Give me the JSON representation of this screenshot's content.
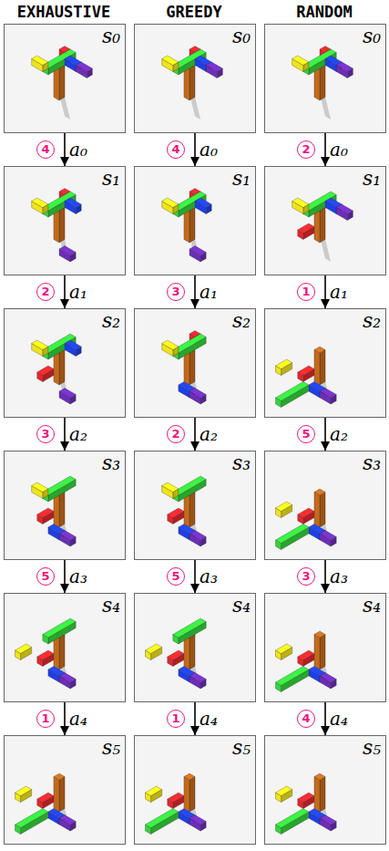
{
  "diagram": {
    "nodes": [
      {
        "text": [
          "s₀"
        ]
      },
      {
        "text": [
          "s₁"
        ]
      },
      {
        "text": [
          "s₂"
        ]
      },
      {
        "text": [
          "s₃"
        ]
      },
      {
        "text": [
          "s₄"
        ]
      },
      {
        "text": [
          "s₅"
        ]
      },
      {
        "text": [
          "s₀"
        ]
      },
      {
        "text": [
          "s₁"
        ]
      },
      {
        "text": [
          "s₂"
        ]
      },
      {
        "text": [
          "s₃"
        ]
      },
      {
        "text": [
          "s₄"
        ]
      },
      {
        "text": [
          "s₅"
        ]
      },
      {
        "text": [
          "s₀"
        ]
      },
      {
        "text": [
          "s₁"
        ]
      },
      {
        "text": [
          "s₂"
        ]
      },
      {
        "text": [
          "s₃"
        ]
      },
      {
        "text": [
          "s₄"
        ]
      },
      {
        "text": [
          "s₅"
        ]
      }
    ],
    "edges": [
      {
        "from": 0,
        "to": 1,
        "label": "a₀",
        "arrow": "to"
      },
      {
        "from": 1,
        "to": 2,
        "label": "a₁",
        "arrow": "to"
      },
      {
        "from": 2,
        "to": 3,
        "label": "a₂",
        "arrow": "to"
      },
      {
        "from": 3,
        "to": 4,
        "label": "a₃",
        "arrow": "to"
      },
      {
        "from": 4,
        "to": 5,
        "label": "a₄",
        "arrow": "to"
      },
      {
        "from": 6,
        "to": 7,
        "label": "a₀",
        "arrow": "to"
      },
      {
        "from": 7,
        "to": 8,
        "label": "a₁",
        "arrow": "to"
      },
      {
        "from": 8,
        "to": 9,
        "label": "a₂",
        "arrow": "to"
      },
      {
        "from": 9,
        "to": 10,
        "label": "a₃",
        "arrow": "to"
      },
      {
        "from": 10,
        "to": 11,
        "label": "a₄",
        "arrow": "to"
      },
      {
        "from": 12,
        "to": 13,
        "label": "a₀",
        "arrow": "to"
      },
      {
        "from": 13,
        "to": 14,
        "label": "a₁",
        "arrow": "to"
      },
      {
        "from": 14,
        "to": 15,
        "label": "a₂",
        "arrow": "to"
      },
      {
        "from": 15,
        "to": 16,
        "label": "a₃",
        "arrow": "to"
      },
      {
        "from": 16,
        "to": 17,
        "label": "a₄",
        "arrow": "to"
      }
    ],
    "labels": [
      "EXHAUSTIVE",
      "GREEDY",
      "RANDOM",
      "4",
      "2",
      "3",
      "5",
      "1",
      "4",
      "3",
      "2",
      "5",
      "1",
      "2",
      "1",
      "5",
      "3",
      "4"
    ]
  }
}
